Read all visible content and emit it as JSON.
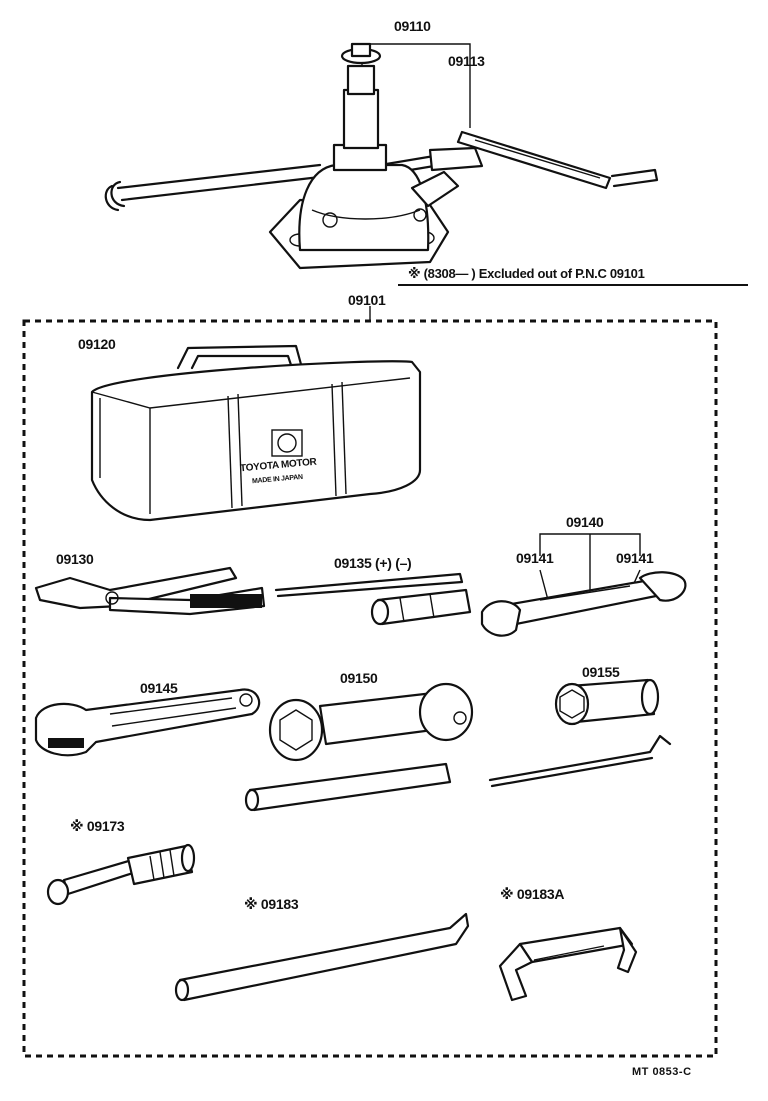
{
  "labels": {
    "jack_assembly": "09110",
    "jack_handle": "09113",
    "kit": "09101",
    "tool_bag": "09120",
    "pliers": "09130",
    "screwdriver": "09135 (+) (–)",
    "wrench_set": "09140",
    "wrench_left": "09141",
    "wrench_right": "09141",
    "adjustable_wrench": "09145",
    "wheel_nut_wrench": "09150",
    "spark_plug_wrench": "09155",
    "socket_tool": "※ 09173",
    "tire_lever": "※ 09183",
    "clamp": "※ 09183A"
  },
  "note": "※ (8308—        ) Excluded out of P.N.C 09101",
  "bag_print": {
    "line1": "TOYOTA MOTOR",
    "line2": "MADE IN JAPAN"
  },
  "footer_code": "MT  0853-C"
}
